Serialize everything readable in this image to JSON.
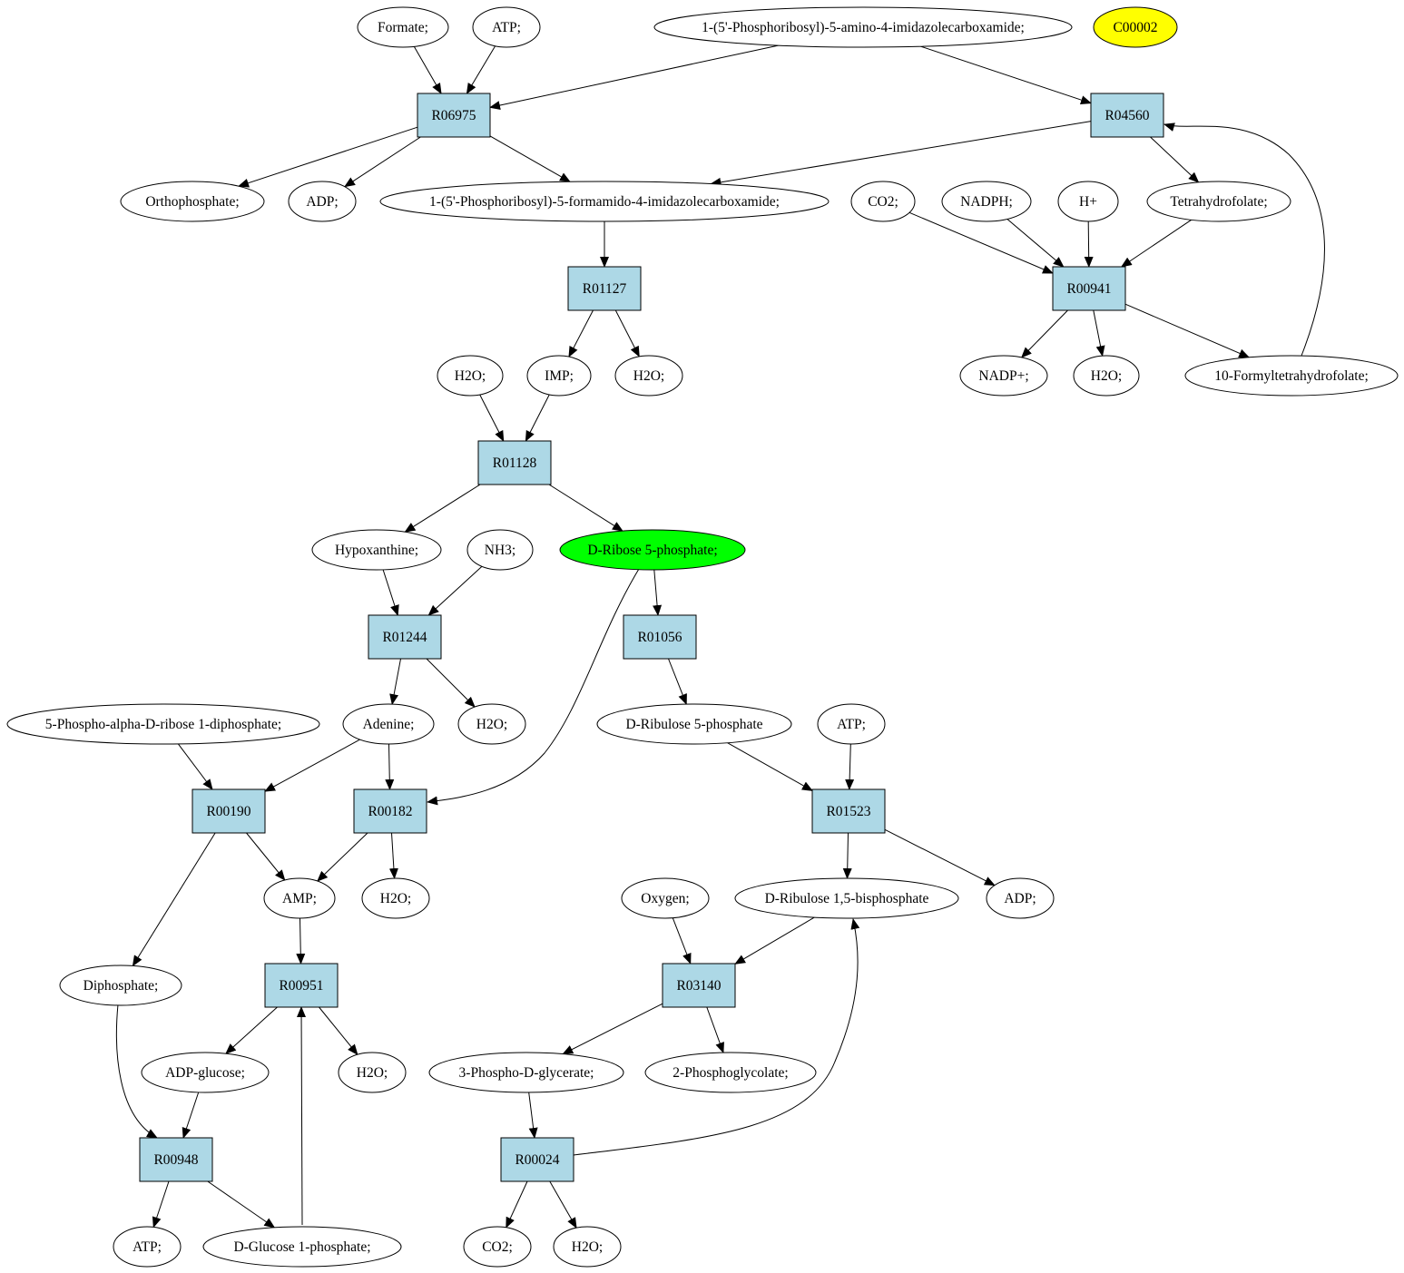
{
  "nodes": [
    {
      "id": "formate",
      "label": "Formate;",
      "kind": "compound"
    },
    {
      "id": "atp_top",
      "label": "ATP;",
      "kind": "compound"
    },
    {
      "id": "paica",
      "label": "1-(5'-Phosphoribosyl)-5-amino-4-imidazolecarboxamide;",
      "kind": "compound"
    },
    {
      "id": "c00002",
      "label": "C00002",
      "kind": "compound",
      "fill": "#ffff00"
    },
    {
      "id": "R06975",
      "label": "R06975",
      "kind": "reaction"
    },
    {
      "id": "R04560",
      "label": "R04560",
      "kind": "reaction"
    },
    {
      "id": "orthophosphate",
      "label": "Orthophosphate;",
      "kind": "compound"
    },
    {
      "id": "adp_1",
      "label": "ADP;",
      "kind": "compound"
    },
    {
      "id": "pfica",
      "label": "1-(5'-Phosphoribosyl)-5-formamido-4-imidazolecarboxamide;",
      "kind": "compound"
    },
    {
      "id": "co2_top",
      "label": "CO2;",
      "kind": "compound"
    },
    {
      "id": "nadph",
      "label": "NADPH;",
      "kind": "compound"
    },
    {
      "id": "hplus",
      "label": "H+",
      "kind": "compound"
    },
    {
      "id": "thf",
      "label": "Tetrahydrofolate;",
      "kind": "compound"
    },
    {
      "id": "R01127",
      "label": "R01127",
      "kind": "reaction"
    },
    {
      "id": "R00941",
      "label": "R00941",
      "kind": "reaction"
    },
    {
      "id": "h2o_a",
      "label": "H2O;",
      "kind": "compound"
    },
    {
      "id": "imp",
      "label": "IMP;",
      "kind": "compound"
    },
    {
      "id": "h2o_b",
      "label": "H2O;",
      "kind": "compound"
    },
    {
      "id": "nadp",
      "label": "NADP+;",
      "kind": "compound"
    },
    {
      "id": "h2o_c",
      "label": "H2O;",
      "kind": "compound"
    },
    {
      "id": "fthf",
      "label": "10-Formyltetrahydrofolate;",
      "kind": "compound"
    },
    {
      "id": "R01128",
      "label": "R01128",
      "kind": "reaction"
    },
    {
      "id": "hypoxanthine",
      "label": "Hypoxanthine;",
      "kind": "compound"
    },
    {
      "id": "nh3",
      "label": "NH3;",
      "kind": "compound"
    },
    {
      "id": "r5p",
      "label": "D-Ribose 5-phosphate;",
      "kind": "compound",
      "fill": "#00ff00"
    },
    {
      "id": "R01244",
      "label": "R01244",
      "kind": "reaction"
    },
    {
      "id": "R01056",
      "label": "R01056",
      "kind": "reaction"
    },
    {
      "id": "prpp",
      "label": "5-Phospho-alpha-D-ribose 1-diphosphate;",
      "kind": "compound"
    },
    {
      "id": "adenine",
      "label": "Adenine;",
      "kind": "compound"
    },
    {
      "id": "h2o_d",
      "label": "H2O;",
      "kind": "compound"
    },
    {
      "id": "ru5p",
      "label": "D-Ribulose 5-phosphate",
      "kind": "compound"
    },
    {
      "id": "atp_mid",
      "label": "ATP;",
      "kind": "compound"
    },
    {
      "id": "R00190",
      "label": "R00190",
      "kind": "reaction"
    },
    {
      "id": "R00182",
      "label": "R00182",
      "kind": "reaction"
    },
    {
      "id": "R01523",
      "label": "R01523",
      "kind": "reaction"
    },
    {
      "id": "amp",
      "label": "AMP;",
      "kind": "compound"
    },
    {
      "id": "h2o_e",
      "label": "H2O;",
      "kind": "compound"
    },
    {
      "id": "oxygen",
      "label": "Oxygen;",
      "kind": "compound"
    },
    {
      "id": "rubp",
      "label": "D-Ribulose 1,5-bisphosphate",
      "kind": "compound"
    },
    {
      "id": "adp_2",
      "label": "ADP;",
      "kind": "compound"
    },
    {
      "id": "diphosphate",
      "label": "Diphosphate;",
      "kind": "compound"
    },
    {
      "id": "R00951",
      "label": "R00951",
      "kind": "reaction"
    },
    {
      "id": "R03140",
      "label": "R03140",
      "kind": "reaction"
    },
    {
      "id": "adpglucose",
      "label": "ADP-glucose;",
      "kind": "compound"
    },
    {
      "id": "h2o_f",
      "label": "H2O;",
      "kind": "compound"
    },
    {
      "id": "pga",
      "label": "3-Phospho-D-glycerate;",
      "kind": "compound"
    },
    {
      "id": "pglycolate",
      "label": "2-Phosphoglycolate;",
      "kind": "compound"
    },
    {
      "id": "R00948",
      "label": "R00948",
      "kind": "reaction"
    },
    {
      "id": "R00024",
      "label": "R00024",
      "kind": "reaction"
    },
    {
      "id": "atp_bot",
      "label": "ATP;",
      "kind": "compound"
    },
    {
      "id": "g1p",
      "label": "D-Glucose 1-phosphate;",
      "kind": "compound"
    },
    {
      "id": "co2_bot",
      "label": "CO2;",
      "kind": "compound"
    },
    {
      "id": "h2o_g",
      "label": "H2O;",
      "kind": "compound"
    }
  ],
  "edges": [
    {
      "from": "formate",
      "to": "R06975"
    },
    {
      "from": "atp_top",
      "to": "R06975"
    },
    {
      "from": "paica",
      "to": "R06975"
    },
    {
      "from": "paica",
      "to": "R04560"
    },
    {
      "from": "R06975",
      "to": "orthophosphate"
    },
    {
      "from": "R06975",
      "to": "adp_1"
    },
    {
      "from": "R06975",
      "to": "pfica"
    },
    {
      "from": "R04560",
      "to": "pfica"
    },
    {
      "from": "R04560",
      "to": "thf"
    },
    {
      "from": "pfica",
      "to": "R01127"
    },
    {
      "from": "co2_top",
      "to": "R00941"
    },
    {
      "from": "nadph",
      "to": "R00941"
    },
    {
      "from": "hplus",
      "to": "R00941"
    },
    {
      "from": "thf",
      "to": "R00941"
    },
    {
      "from": "R01127",
      "to": "imp"
    },
    {
      "from": "R01127",
      "to": "h2o_b"
    },
    {
      "from": "R00941",
      "to": "nadp"
    },
    {
      "from": "R00941",
      "to": "h2o_c"
    },
    {
      "from": "R00941",
      "to": "fthf"
    },
    {
      "from": "fthf",
      "to": "R04560"
    },
    {
      "from": "h2o_a",
      "to": "R01128"
    },
    {
      "from": "imp",
      "to": "R01128"
    },
    {
      "from": "R01128",
      "to": "hypoxanthine"
    },
    {
      "from": "R01128",
      "to": "r5p"
    },
    {
      "from": "hypoxanthine",
      "to": "R01244"
    },
    {
      "from": "nh3",
      "to": "R01244"
    },
    {
      "from": "r5p",
      "to": "R01056"
    },
    {
      "from": "r5p",
      "to": "R00182"
    },
    {
      "from": "R01244",
      "to": "adenine"
    },
    {
      "from": "R01244",
      "to": "h2o_d"
    },
    {
      "from": "R01056",
      "to": "ru5p"
    },
    {
      "from": "prpp",
      "to": "R00190"
    },
    {
      "from": "adenine",
      "to": "R00190"
    },
    {
      "from": "adenine",
      "to": "R00182"
    },
    {
      "from": "ru5p",
      "to": "R01523"
    },
    {
      "from": "atp_mid",
      "to": "R01523"
    },
    {
      "from": "R00190",
      "to": "amp"
    },
    {
      "from": "R00190",
      "to": "diphosphate"
    },
    {
      "from": "R00182",
      "to": "amp"
    },
    {
      "from": "R00182",
      "to": "h2o_e"
    },
    {
      "from": "R01523",
      "to": "rubp"
    },
    {
      "from": "R01523",
      "to": "adp_2"
    },
    {
      "from": "amp",
      "to": "R00951"
    },
    {
      "from": "oxygen",
      "to": "R03140"
    },
    {
      "from": "rubp",
      "to": "R03140"
    },
    {
      "from": "R00951",
      "to": "adpglucose"
    },
    {
      "from": "R00951",
      "to": "h2o_f"
    },
    {
      "from": "R03140",
      "to": "pga"
    },
    {
      "from": "R03140",
      "to": "pglycolate"
    },
    {
      "from": "diphosphate",
      "to": "R00948"
    },
    {
      "from": "adpglucose",
      "to": "R00948"
    },
    {
      "from": "pga",
      "to": "R00024"
    },
    {
      "from": "R00948",
      "to": "atp_bot"
    },
    {
      "from": "R00948",
      "to": "g1p"
    },
    {
      "from": "g1p",
      "to": "R00951"
    },
    {
      "from": "R00024",
      "to": "co2_bot"
    },
    {
      "from": "R00024",
      "to": "h2o_g"
    },
    {
      "from": "R00024",
      "to": "rubp"
    }
  ]
}
